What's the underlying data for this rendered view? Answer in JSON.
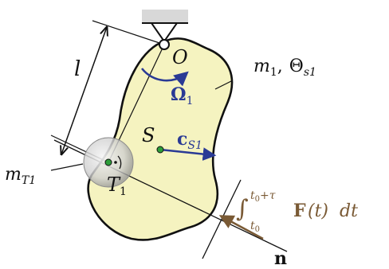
{
  "labels": {
    "pivot": "O",
    "body_label_mass": "m",
    "body_label_mass_sub": "1",
    "body_label_sep": ",",
    "body_label_inertia": "Θ",
    "body_label_inertia_sub": "s1",
    "angular_velocity": "Ω",
    "angular_velocity_sub": "1",
    "center_of_mass": "S",
    "velocity": "c",
    "velocity_sub": "S1",
    "length": "l",
    "impact_point": "T",
    "impact_point_sub": "1",
    "impact_mass": "m",
    "impact_mass_sub": "T1",
    "impulse_integral_sign": "∫",
    "impulse_upper": "t",
    "impulse_upper_sub": "0",
    "impulse_upper_rest": "+τ",
    "impulse_lower": "t",
    "impulse_lower_sub": "0",
    "impulse_force": "F",
    "impulse_arg": "(t)",
    "impulse_dt": "dt",
    "normal": "n"
  },
  "colors": {
    "body_fill": "#f5f3c0",
    "outline": "#111111",
    "vector_blue": "#2a3a95",
    "impulse_brown": "#7a5a35",
    "point_green": "#2e9e3a",
    "support_gray": "#d8d8d8",
    "sphere_gray": "#b9b9b9"
  }
}
